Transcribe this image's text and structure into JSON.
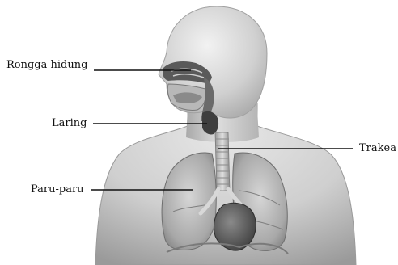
{
  "labels": {
    "nasal_cavity": "Rongga hidung",
    "larynx": "Laring",
    "trachea": "Trakea",
    "lungs": "Paru-paru"
  },
  "colors": {
    "skin_light": "#e4e4e4",
    "skin_mid": "#bdbdbd",
    "skin_dark": "#8c8c8c",
    "organ_dark": "#4a4a4a",
    "leader_line": "#111111"
  }
}
